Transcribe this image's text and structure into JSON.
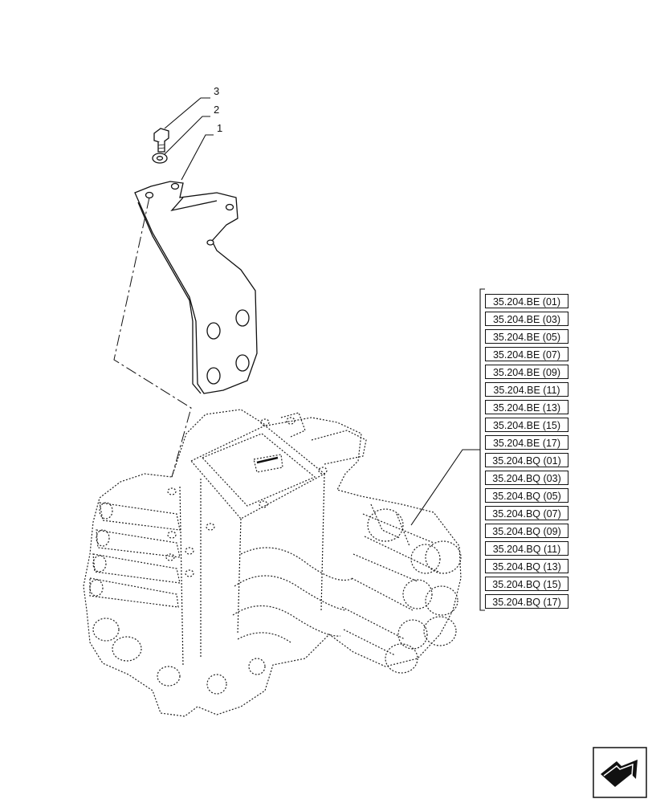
{
  "callouts": [
    {
      "label": "3"
    },
    {
      "label": "2"
    },
    {
      "label": "1"
    }
  ],
  "references": [
    "35.204.BE (01)",
    "35.204.BE (03)",
    "35.204.BE (05)",
    "35.204.BE (07)",
    "35.204.BE (09)",
    "35.204.BE (11)",
    "35.204.BE (13)",
    "35.204.BE (15)",
    "35.204.BE (17)",
    "35.204.BQ (01)",
    "35.204.BQ (03)",
    "35.204.BQ (05)",
    "35.204.BQ (07)",
    "35.204.BQ (09)",
    "35.204.BQ (11)",
    "35.204.BQ (13)",
    "35.204.BQ (15)",
    "35.204.BQ (17)"
  ],
  "icons": {
    "next_page": "arrow-next-page-icon"
  }
}
